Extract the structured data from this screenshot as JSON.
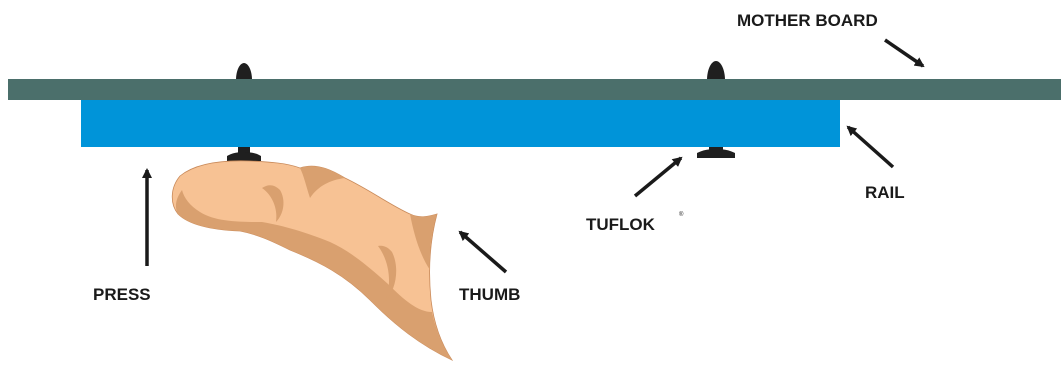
{
  "labels": {
    "mother_board": "MOTHER BOARD",
    "rail": "RAIL",
    "tuflok": "TUFLOK",
    "tuflok_mark": "®",
    "press": "PRESS",
    "thumb": "THUMB"
  },
  "colors": {
    "mother_board": "#4b6f6b",
    "rail": "#0094d9",
    "fastener": "#1f1f1f",
    "thumb_light": "#f7c294",
    "thumb_shadow": "#d9a06f",
    "arrow": "#1a1a1a"
  }
}
